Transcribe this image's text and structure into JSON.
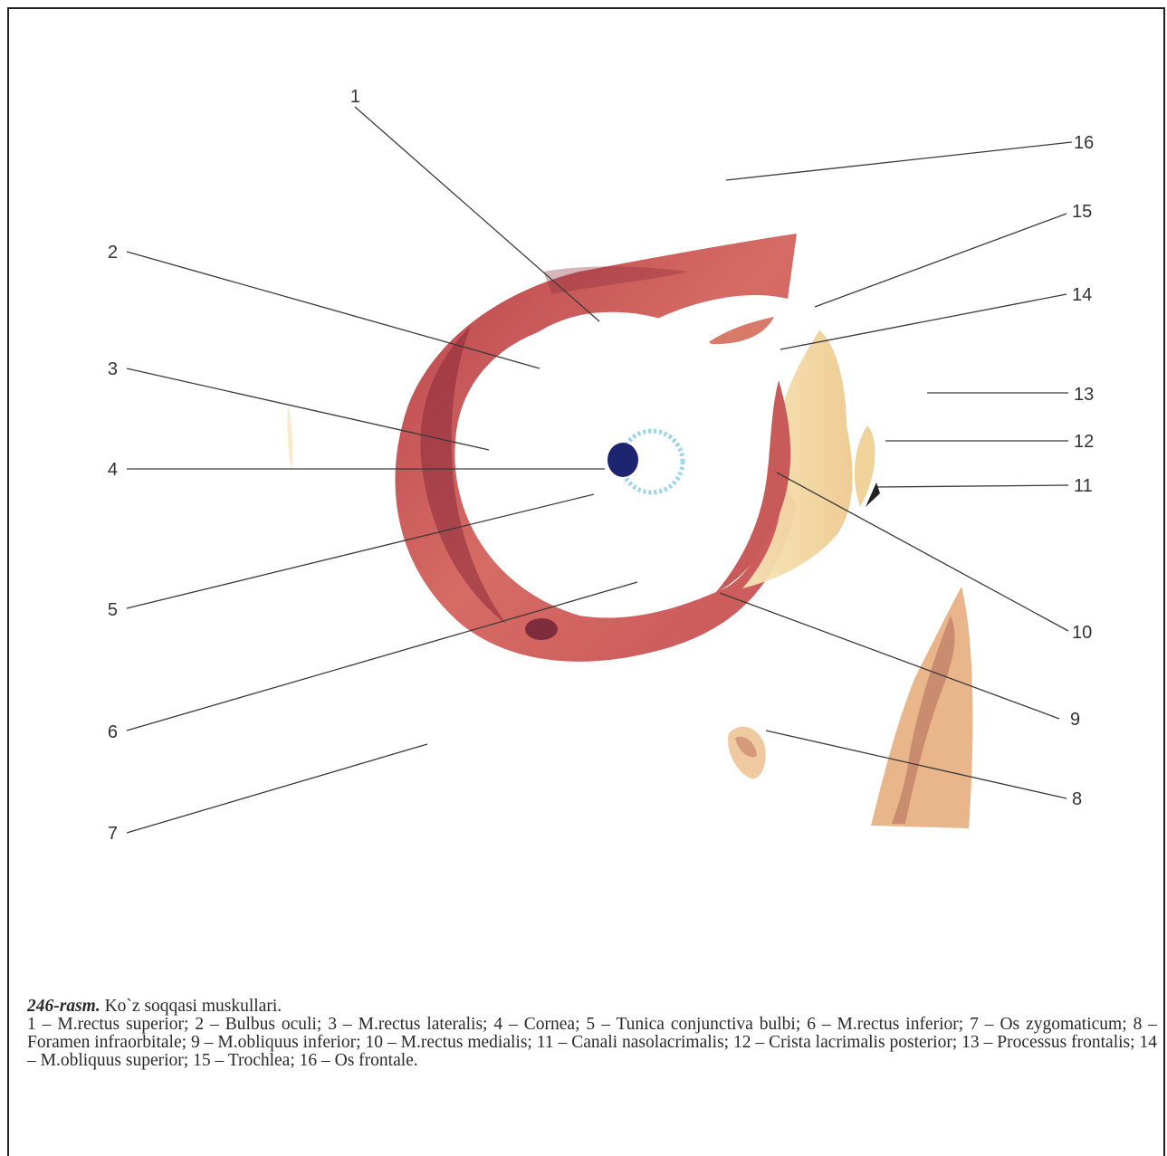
{
  "figure": {
    "labels": [
      "1",
      "2",
      "3",
      "4",
      "5",
      "6",
      "7",
      "8",
      "9",
      "10",
      "11",
      "12",
      "13",
      "14",
      "15",
      "16"
    ]
  },
  "caption": {
    "number": "246-rasm.",
    "title": "Ko`z soqqasi muskullari.",
    "body": "1 – M.rectus superior; 2 – Bulbus oculi; 3 – M.rectus lateralis; 4 – Cornea; 5 – Tunica conjunctiva bulbi; 6 – M.rectus inferior; 7 – Os zygomaticum; 8 – Foramen infraorbitale; 9 – M.obliquus inferior; 10 – M.rectus medialis; 11 – Canali nasolacrimalis; 12 – Crista lacrimalis posterior; 13 – Processus frontalis; 14 – M.obliquus superior; 15 – Trochlea; 16 – Os frontale."
  },
  "colors": {
    "muscle": "#d0655e",
    "muscle_dark": "#8a2a3a",
    "bone": "#f3dca6",
    "cornea": "#1d2470",
    "iris_ring": "#8fd0e6"
  }
}
